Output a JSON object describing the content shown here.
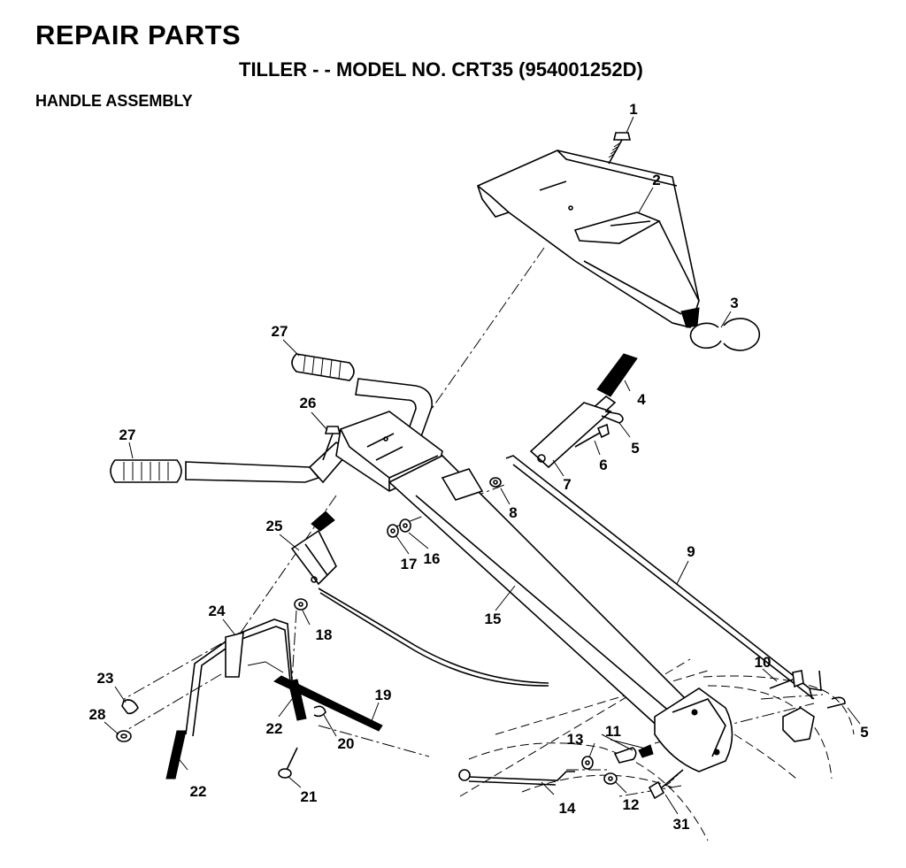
{
  "header": {
    "title": "REPAIR PARTS",
    "subtitle": "TILLER - - MODEL NO. CRT35 (954001252D)",
    "section": "HANDLE ASSEMBLY"
  },
  "callouts": [
    {
      "id": "1",
      "label": "1"
    },
    {
      "id": "2",
      "label": "2"
    },
    {
      "id": "3",
      "label": "3"
    },
    {
      "id": "4",
      "label": "4"
    },
    {
      "id": "5a",
      "label": "5"
    },
    {
      "id": "6",
      "label": "6"
    },
    {
      "id": "7",
      "label": "7"
    },
    {
      "id": "8",
      "label": "8"
    },
    {
      "id": "9",
      "label": "9"
    },
    {
      "id": "10",
      "label": "10"
    },
    {
      "id": "11",
      "label": "11"
    },
    {
      "id": "12",
      "label": "12"
    },
    {
      "id": "13",
      "label": "13"
    },
    {
      "id": "14",
      "label": "14"
    },
    {
      "id": "15",
      "label": "15"
    },
    {
      "id": "16",
      "label": "16"
    },
    {
      "id": "17",
      "label": "17"
    },
    {
      "id": "18",
      "label": "18"
    },
    {
      "id": "19",
      "label": "19"
    },
    {
      "id": "20",
      "label": "20"
    },
    {
      "id": "21",
      "label": "21"
    },
    {
      "id": "22a",
      "label": "22"
    },
    {
      "id": "22b",
      "label": "22"
    },
    {
      "id": "23",
      "label": "23"
    },
    {
      "id": "24",
      "label": "24"
    },
    {
      "id": "25",
      "label": "25"
    },
    {
      "id": "26",
      "label": "26"
    },
    {
      "id": "27a",
      "label": "27"
    },
    {
      "id": "27b",
      "label": "27"
    },
    {
      "id": "28",
      "label": "28"
    },
    {
      "id": "5b",
      "label": "5"
    },
    {
      "id": "31",
      "label": "31"
    }
  ]
}
